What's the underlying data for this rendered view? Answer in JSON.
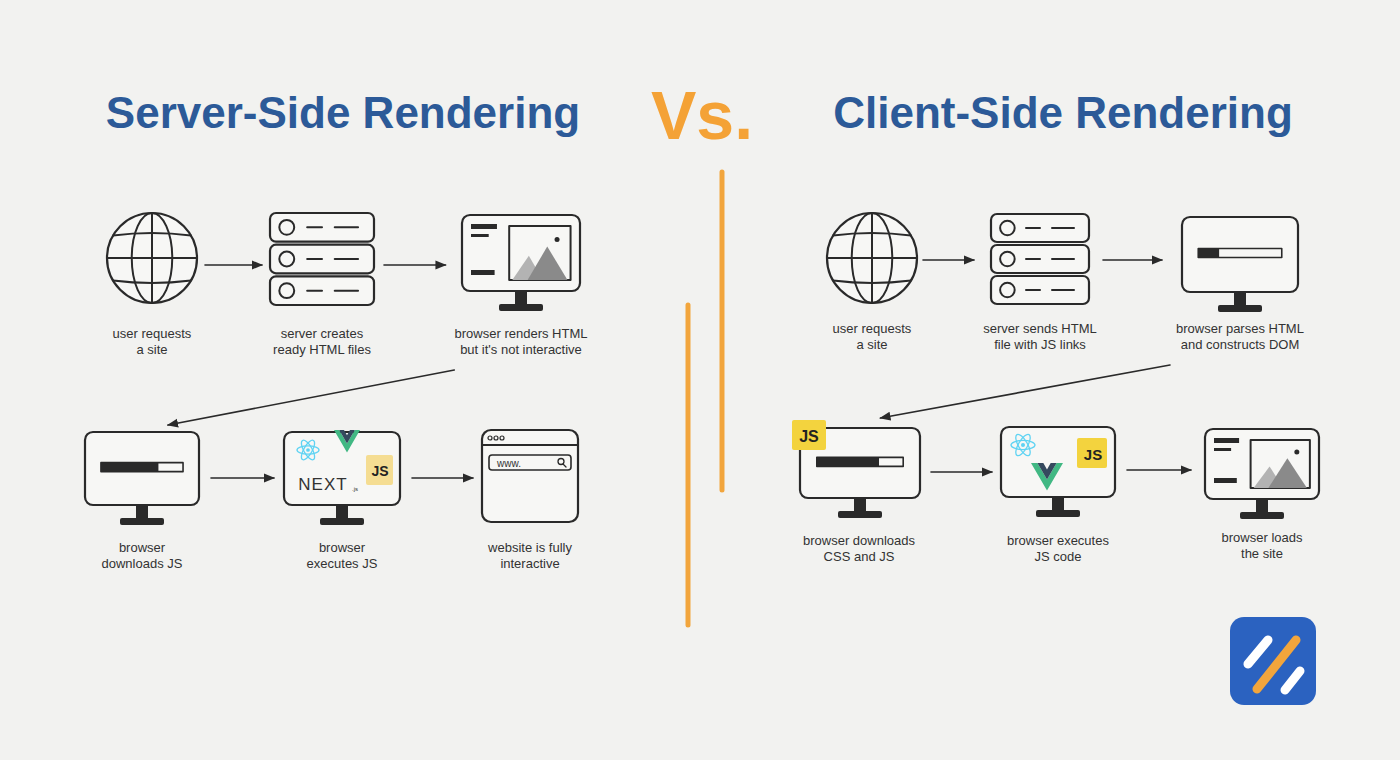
{
  "diagram": {
    "nodes": [
      {
        "text": [
          "user requests a site"
        ]
      },
      {
        "text": [
          "server creates ready HTML files"
        ]
      },
      {
        "text": [
          "browser renders HTML but it's not interactive"
        ]
      },
      {
        "text": [
          "browser downloads JS"
        ]
      },
      {
        "text": [
          "browser executes JS"
        ]
      },
      {
        "text": [
          "website is fully interactive"
        ]
      },
      {
        "text": [
          "user requests a site"
        ]
      },
      {
        "text": [
          "server sends HTML file with JS links"
        ]
      },
      {
        "text": [
          "browser parses HTML and constructs DOM"
        ]
      },
      {
        "text": [
          "browser downloads CSS and JS"
        ]
      },
      {
        "text": [
          "browser executes JS code"
        ]
      },
      {
        "text": [
          "browser loads the site"
        ]
      }
    ],
    "edges": [
      {
        "from": 0,
        "to": 1,
        "arrow": "to"
      },
      {
        "from": 1,
        "to": 2,
        "arrow": "to"
      },
      {
        "from": 2,
        "to": 3,
        "arrow": "to"
      },
      {
        "from": 3,
        "to": 4,
        "arrow": "to"
      },
      {
        "from": 4,
        "to": 5,
        "arrow": "to"
      },
      {
        "from": 6,
        "to": 7,
        "arrow": "to"
      },
      {
        "from": 7,
        "to": 8,
        "arrow": "to"
      },
      {
        "from": 8,
        "to": 9,
        "arrow": "to"
      },
      {
        "from": 9,
        "to": 10,
        "arrow": "to"
      },
      {
        "from": 10,
        "to": 11,
        "arrow": "to"
      }
    ],
    "labels": [
      "Server-Side Rendering",
      "Vs.",
      "Client-Side Rendering",
      "NEXT",
      ".js",
      "JS",
      "www.",
      "JS",
      "JS"
    ]
  }
}
